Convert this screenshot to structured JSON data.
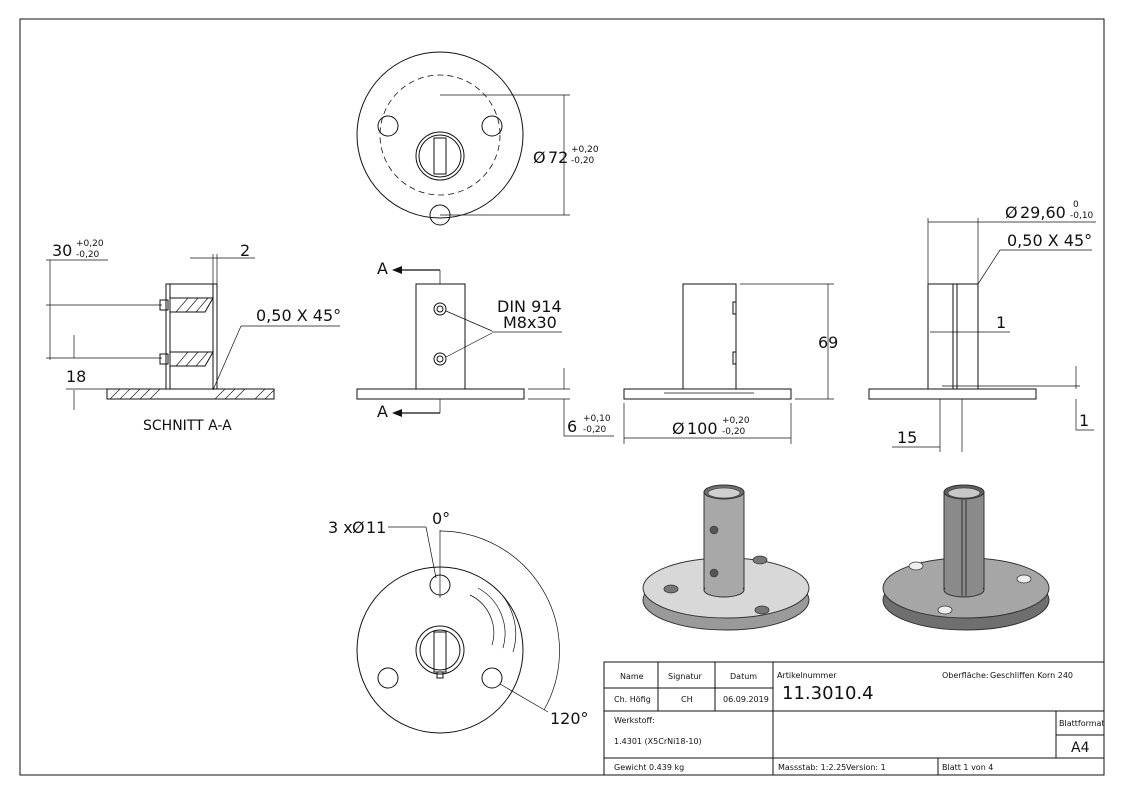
{
  "views": {
    "section": {
      "title": "SCHNITT A-A",
      "dim_height": "30",
      "dim_height_tol_upper": "+0,20",
      "dim_height_tol_lower": "-0,20",
      "dim_wall": "2",
      "dim_chamfer": "0,50 X 45°",
      "dim_offset": "18"
    },
    "top": {
      "dim_pcd": "72",
      "dim_pcd_tol_upper": "+0,20",
      "dim_pcd_tol_lower": "-0,20"
    },
    "front": {
      "section_label_a": "A",
      "screw_label_1": "DIN 914",
      "screw_label_2": "M8x30",
      "dim_plate": "6",
      "dim_plate_tol_upper": "+0,10",
      "dim_plate_tol_lower": "-0,20"
    },
    "side": {
      "dim_height": "69",
      "dim_dia": "100",
      "dim_dia_tol_upper": "+0,20",
      "dim_dia_tol_lower": "-0,20"
    },
    "right": {
      "dim_dia": "29,60",
      "dim_dia_tol_upper": "0",
      "dim_dia_tol_lower": "-0,10",
      "dim_chamfer": "0,50 X 45°",
      "dim_slot": "1",
      "dim_offset": "15",
      "dim_step": "1"
    },
    "bottom": {
      "dim_holes": "3 x",
      "dim_holes_dia": "11",
      "angle_start": "0°",
      "angle_end": "120°"
    }
  },
  "title_block": {
    "hdr_name": "Name",
    "hdr_signature": "Signatur",
    "hdr_date": "Datum",
    "name": "Ch. Höfig",
    "signature": "CH",
    "date": "06.09.2019",
    "article_label": "Artikelnummer",
    "article_number": "11.3010.4",
    "surface_label": "Oberfläche:",
    "surface_value": "Geschliffen Korn 240",
    "material_label": "Werkstoff:",
    "material_value": "1.4301 (X5CrNi18-10)",
    "format_label": "Blattformat",
    "format_value": "A4",
    "weight": "Gewicht 0.439 kg",
    "scale": "Massstab: 1:2.25",
    "version": "Version: 1",
    "sheet": "Blatt 1 von 4"
  }
}
